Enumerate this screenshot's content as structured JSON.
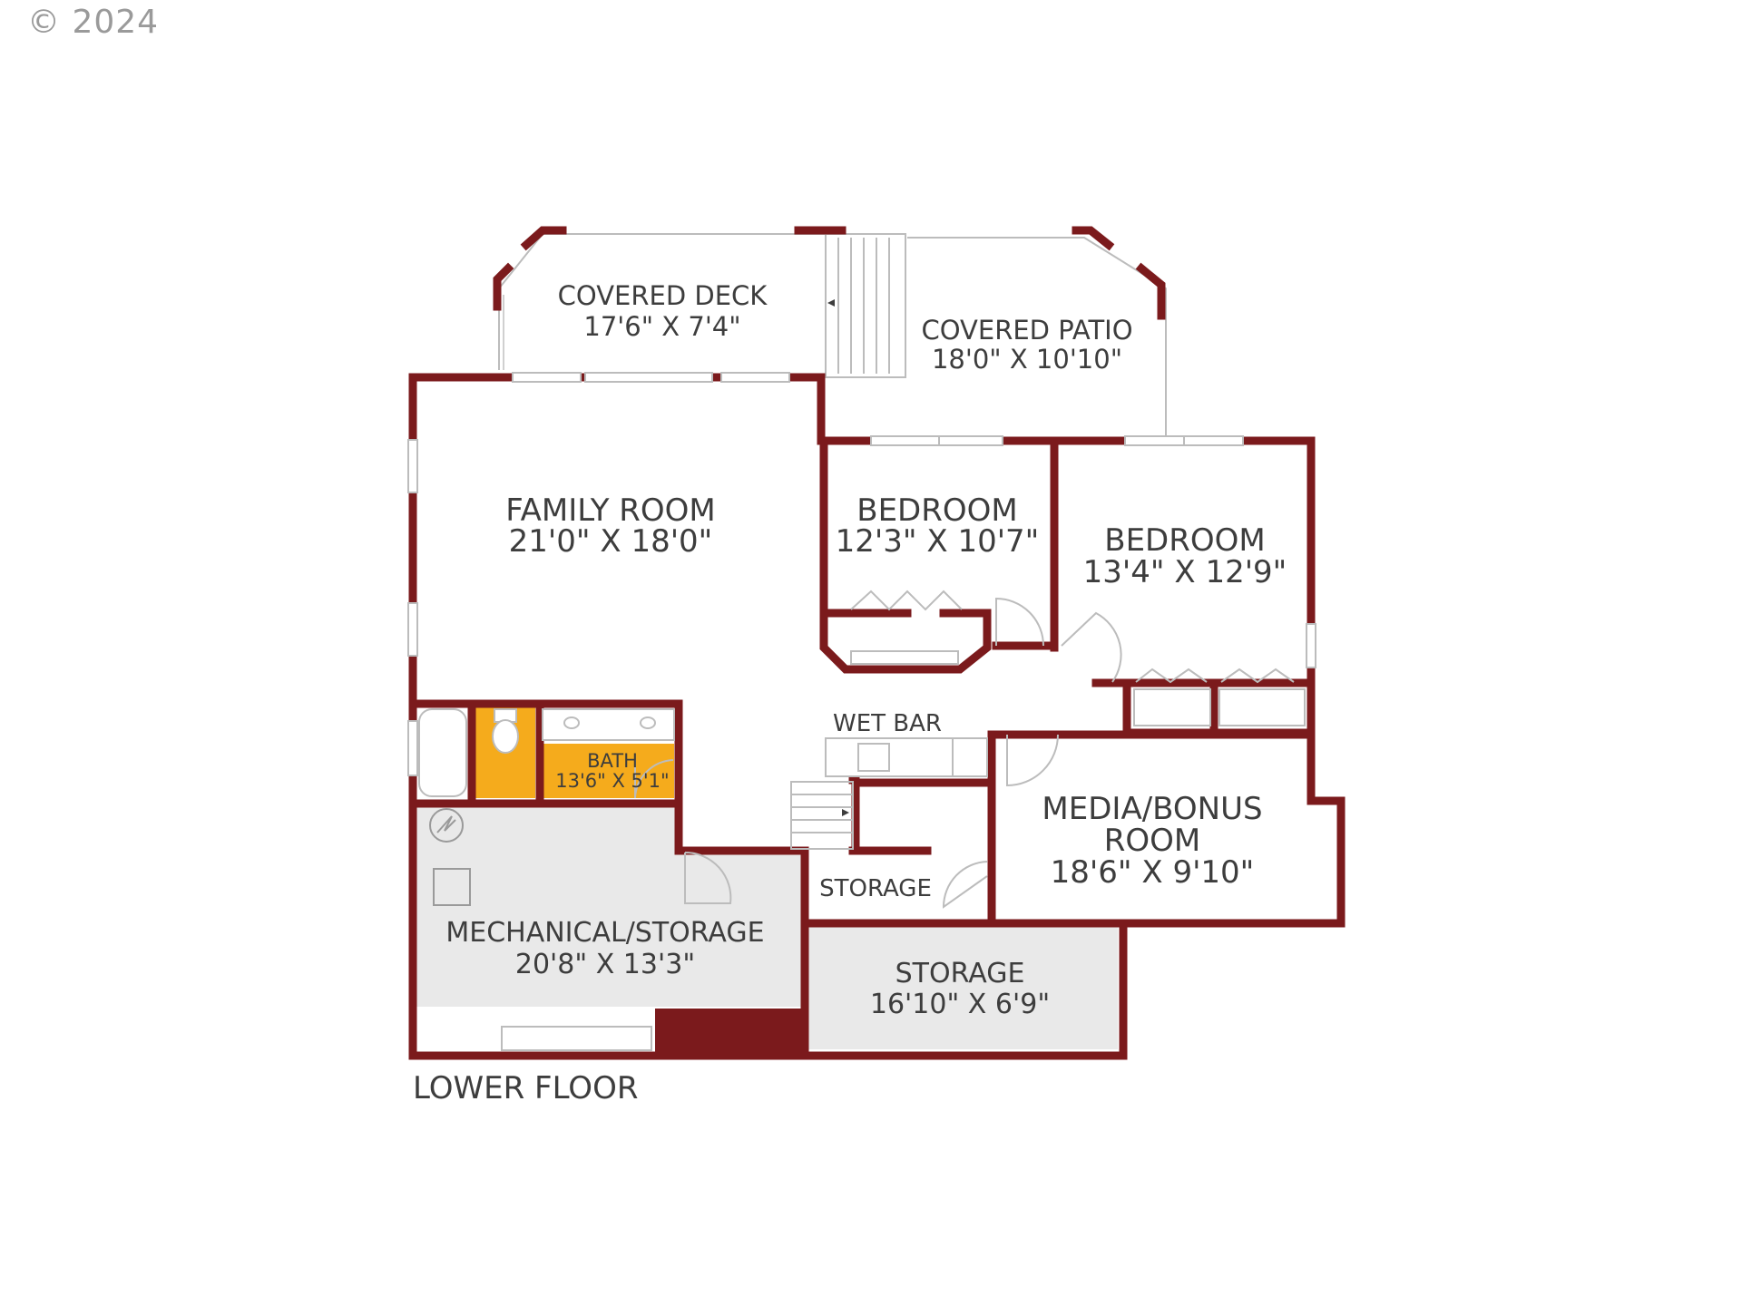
{
  "copyright": "© 2024",
  "floor_label": "LOWER FLOOR",
  "rooms": {
    "covered_deck": {
      "name": "COVERED DECK",
      "dims": "17'6\" X 7'4\""
    },
    "covered_patio": {
      "name": "COVERED PATIO",
      "dims": "18'0\" X 10'10\""
    },
    "family_room": {
      "name": "FAMILY ROOM",
      "dims": "21'0\" X 18'0\""
    },
    "bedroom_1": {
      "name": "BEDROOM",
      "dims": "12'3\" X 10'7\""
    },
    "bedroom_2": {
      "name": "BEDROOM",
      "dims": "13'4\" X 12'9\""
    },
    "bath": {
      "name": "BATH",
      "dims": "13'6\" X 5'1\""
    },
    "wet_bar": {
      "name": "WET BAR"
    },
    "storage_small": {
      "name": "STORAGE"
    },
    "media_bonus": {
      "name_line1": "MEDIA/BONUS",
      "name_line2": "ROOM",
      "dims": "18'6\" X 9'10\""
    },
    "mechanical_storage": {
      "name": "MECHANICAL/STORAGE",
      "dims": "20'8\" X 13'3\""
    },
    "storage_large": {
      "name": "STORAGE",
      "dims": "16'10\" X 6'9\""
    }
  },
  "colors": {
    "wall": "#7b1a1c",
    "bath_fill": "#f5ab1c",
    "storage_fill": "#e9e9e9",
    "text": "#3d3d3d",
    "copyright": "#9a9a9a"
  }
}
